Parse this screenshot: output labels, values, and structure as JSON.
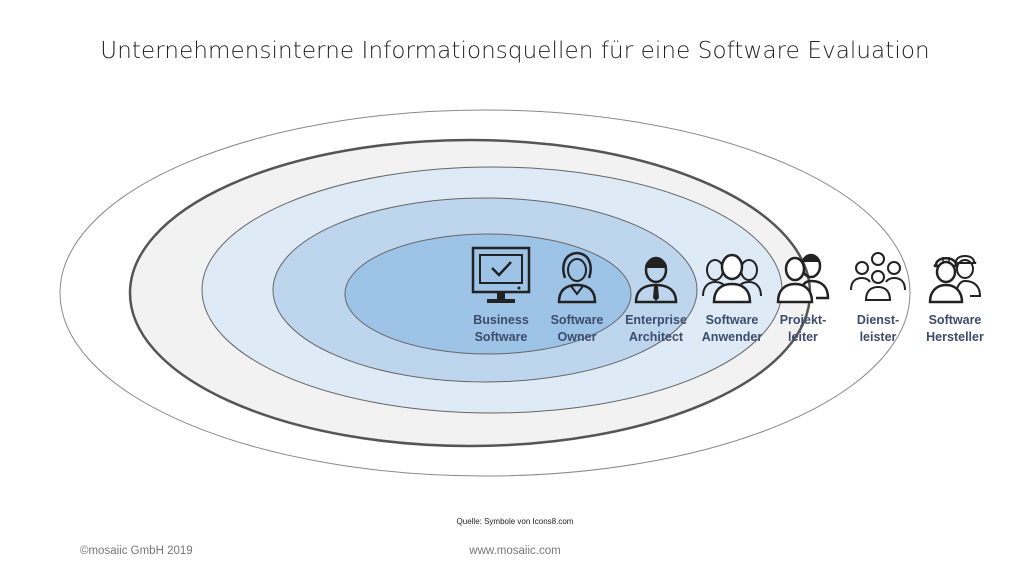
{
  "title": "Unternehmensinterne Informationsquellen für eine Software Evaluation",
  "actors": [
    {
      "label": "Business\nSoftware",
      "icon": "monitor-check-icon"
    },
    {
      "label": "Software\nOwner",
      "icon": "woman-user-icon"
    },
    {
      "label": "Enterprise\nArchitect",
      "icon": "businessman-icon"
    },
    {
      "label": "Software\nAnwender",
      "icon": "user-group-icon"
    },
    {
      "label": "Projekt-\nleiter",
      "icon": "two-users-icon"
    },
    {
      "label": "Dienst-\nleister",
      "icon": "people-group-icon"
    },
    {
      "label": "Software\nHersteller",
      "icon": "workers-icon"
    }
  ],
  "footer": {
    "source": "Quelle: Symbole von Icons8.com",
    "copyright": "©mosaiic GmbH 2019",
    "website": "www.mosaiic.com"
  },
  "colors": {
    "ring1": "#ffffff",
    "ring2": "#f2f2f2",
    "ring3": "#deeaf6",
    "ring4": "#bdd6ee",
    "ring5": "#9dc3e6",
    "label": "#3d4c6b"
  }
}
